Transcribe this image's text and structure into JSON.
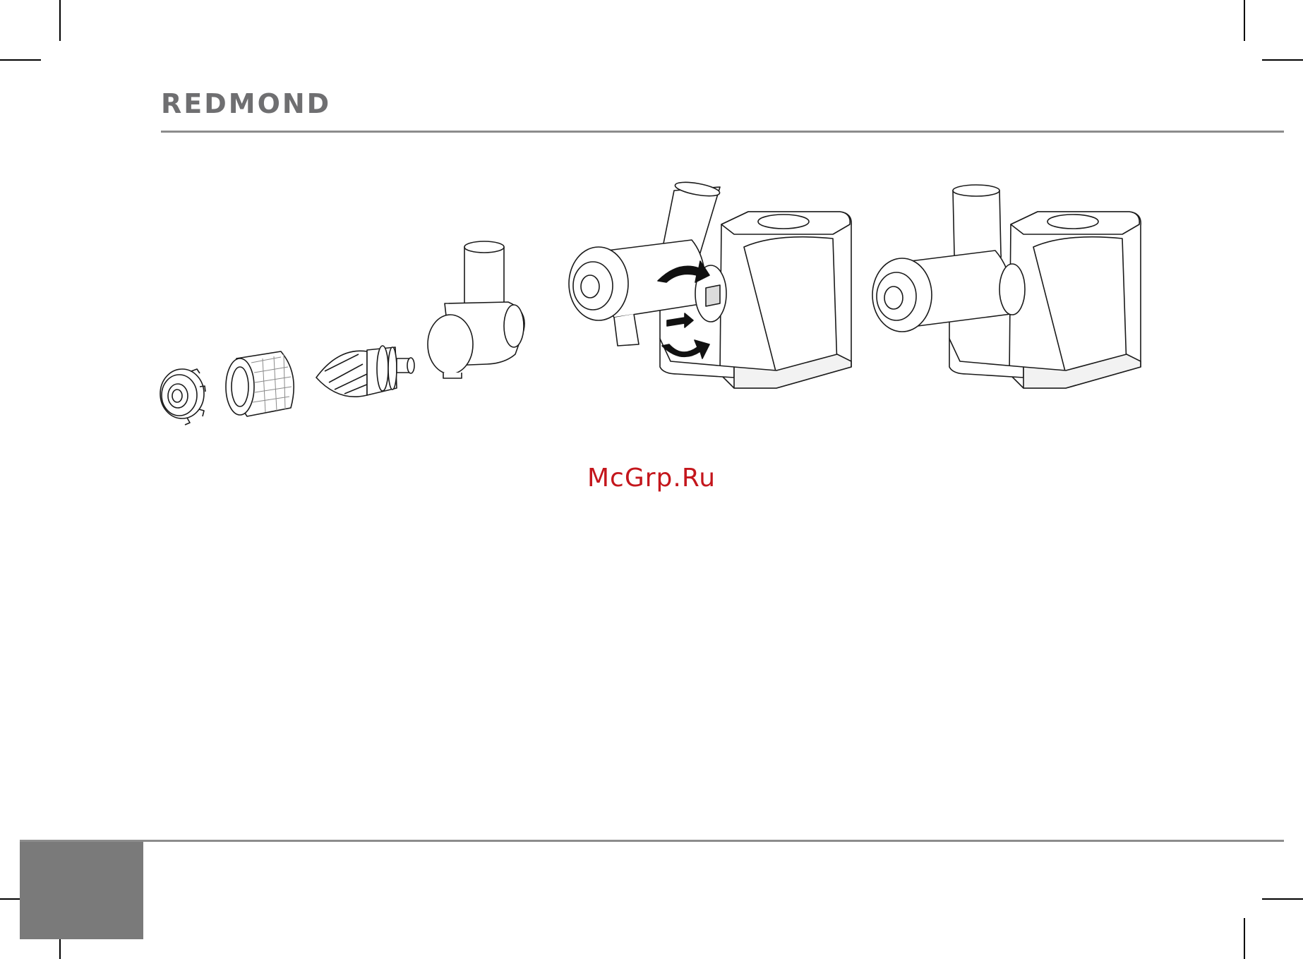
{
  "brand": {
    "logo_text": "REDMOND",
    "color": "#6f6f71"
  },
  "watermark": {
    "text": "McGrp.Ru",
    "color": "#c4161c"
  },
  "colors": {
    "rule": "#8c8c8c",
    "page_tab": "#7a7a7a",
    "line_art": "#1a1a1a",
    "arrow": "#111111"
  },
  "figure": {
    "steps": [
      {
        "name": "exploded-parts",
        "parts": [
          "cap-nut",
          "strainer",
          "auger",
          "juicer-housing"
        ]
      },
      {
        "name": "attaching-to-base",
        "arrows": [
          "rotate",
          "push",
          "rotate"
        ]
      },
      {
        "name": "assembled-unit"
      }
    ]
  }
}
